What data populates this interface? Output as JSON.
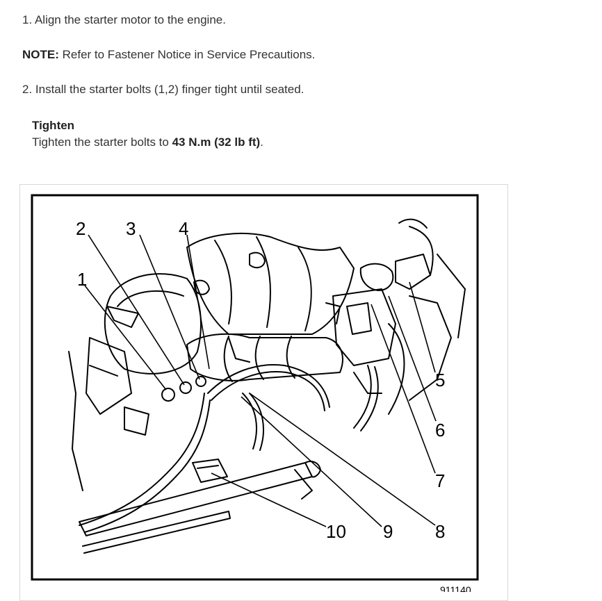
{
  "steps": {
    "step1": "1. Align the starter motor to the engine.",
    "note_label": "NOTE:",
    "note_text": " Refer to Fastener Notice in Service Precautions.",
    "step2": "2. Install the starter bolts (1,2) finger tight until seated."
  },
  "tighten": {
    "title": "Tighten",
    "text_before": "Tighten the starter bolts to ",
    "torque": "43 N.m (32 lb ft)",
    "text_after": "."
  },
  "figure": {
    "callouts": [
      "1",
      "2",
      "3",
      "4",
      "5",
      "6",
      "7",
      "8",
      "9",
      "10"
    ],
    "figure_id": "911140"
  }
}
